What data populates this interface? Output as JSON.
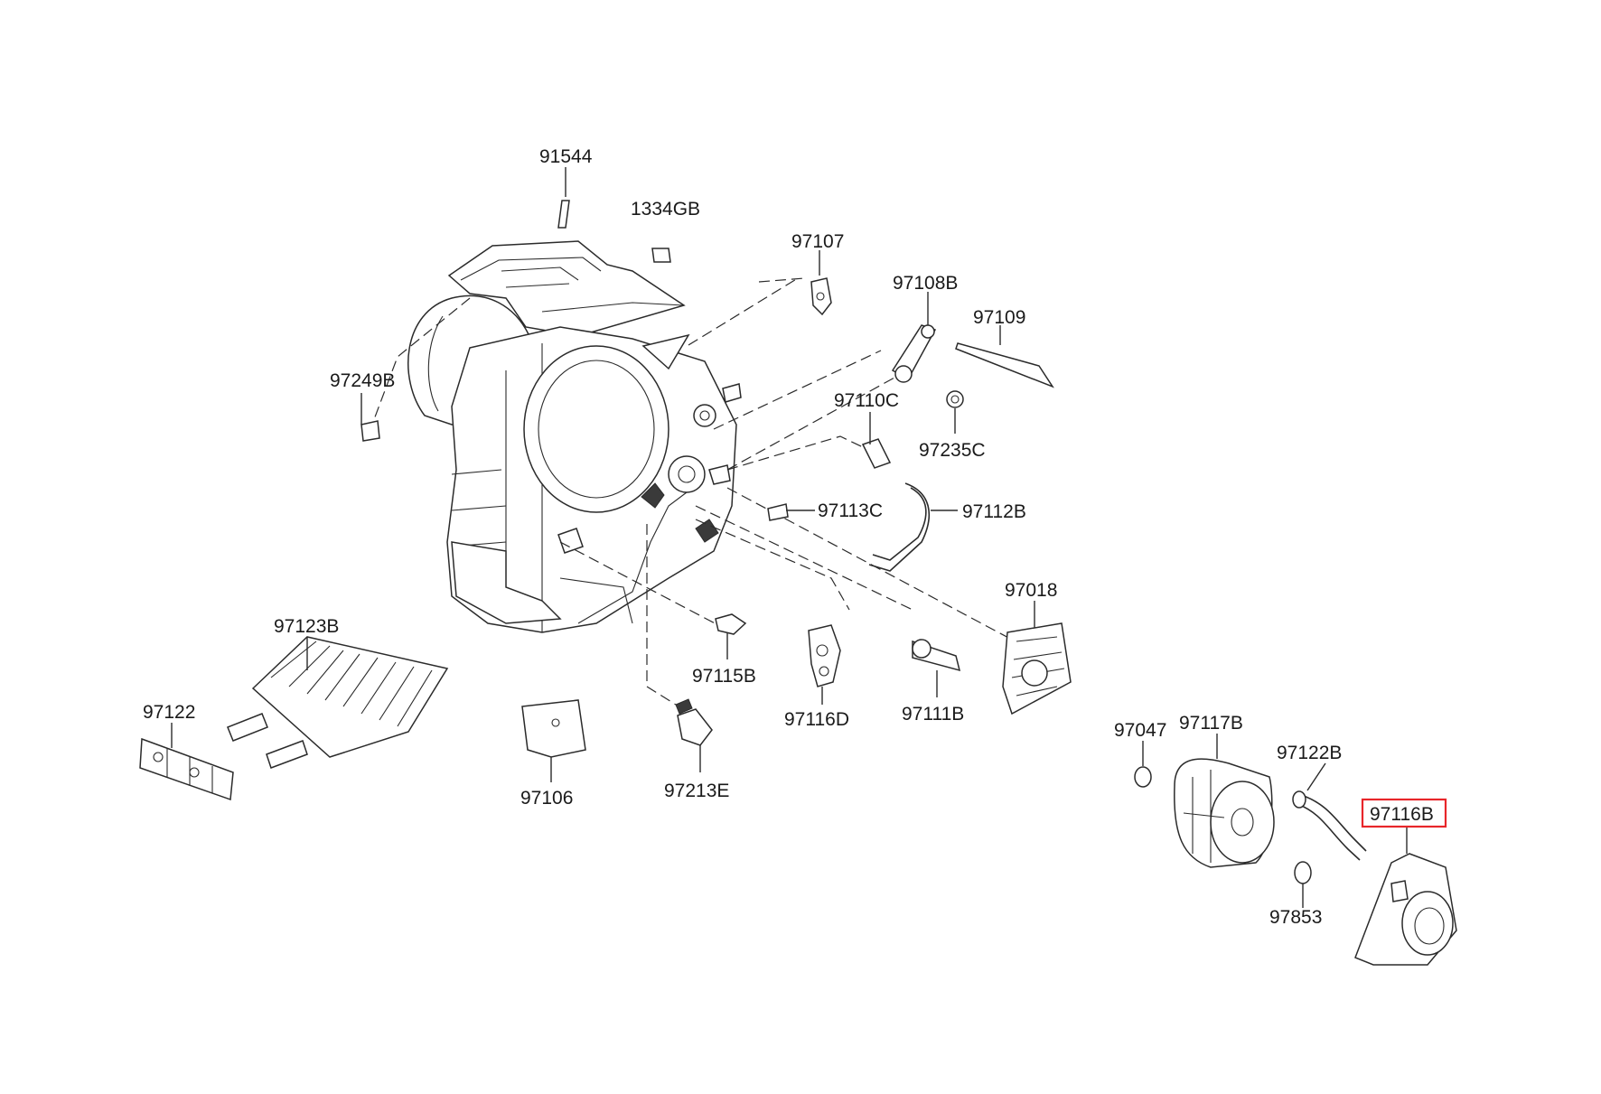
{
  "diagram": {
    "highlight_color": "#e8262a",
    "labels": {
      "p91544": "91544",
      "p1334GB": "1334GB",
      "p97107": "97107",
      "p97108B": "97108B",
      "p97109": "97109",
      "p97249B": "97249B",
      "p97110C": "97110C",
      "p97235C": "97235C",
      "p97113C": "97113C",
      "p97112B": "97112B",
      "p97018": "97018",
      "p97123B": "97123B",
      "p97122": "97122",
      "p97106": "97106",
      "p97213E": "97213E",
      "p97115B": "97115B",
      "p97116D": "97116D",
      "p97111B": "97111B",
      "p97047": "97047",
      "p97117B": "97117B",
      "p97122B": "97122B",
      "p97116B": "97116B",
      "p97853": "97853"
    }
  }
}
